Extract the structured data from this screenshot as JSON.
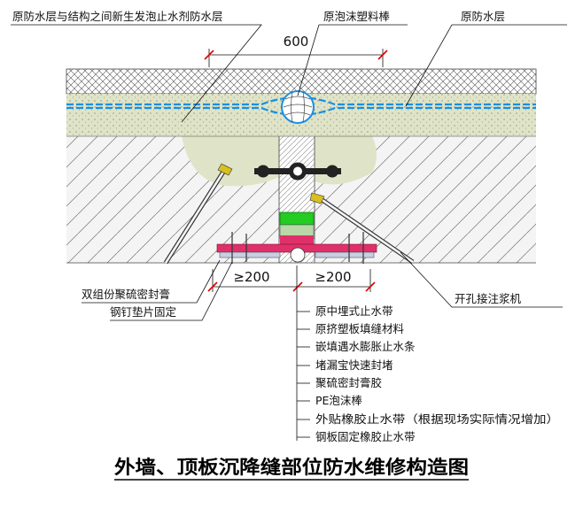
{
  "callouts": {
    "top_left": "原防水层与结构之间新生发泡止水剂防水层",
    "top_center": "原泡沫塑料棒",
    "top_right": "原防水层",
    "left_1": "双组份聚硫密封膏",
    "left_2": "钢钉垫片固定",
    "right_1": "开孔接注浆机"
  },
  "dimensions": {
    "top": "600",
    "bottom_left": "≥200",
    "bottom_right": "≥200"
  },
  "legend": [
    "原中埋式止水带",
    "原挤塑板填缝材料",
    "嵌填遇水膨胀止水条",
    "堵漏宝快速封堵",
    "聚硫密封膏胶",
    "PE泡沫棒",
    "外贴橡胶止水带（根据现场实际情况增加）",
    "钢板固定橡胶止水带"
  ],
  "title": "外墙、顶板沉降缝部位防水维修构造图",
  "colors": {
    "waterstop": "#e0306a",
    "swelling_strip": "#22cc22",
    "membrane": "#1a8fe0",
    "foam_layer": "#dfe4c8"
  }
}
